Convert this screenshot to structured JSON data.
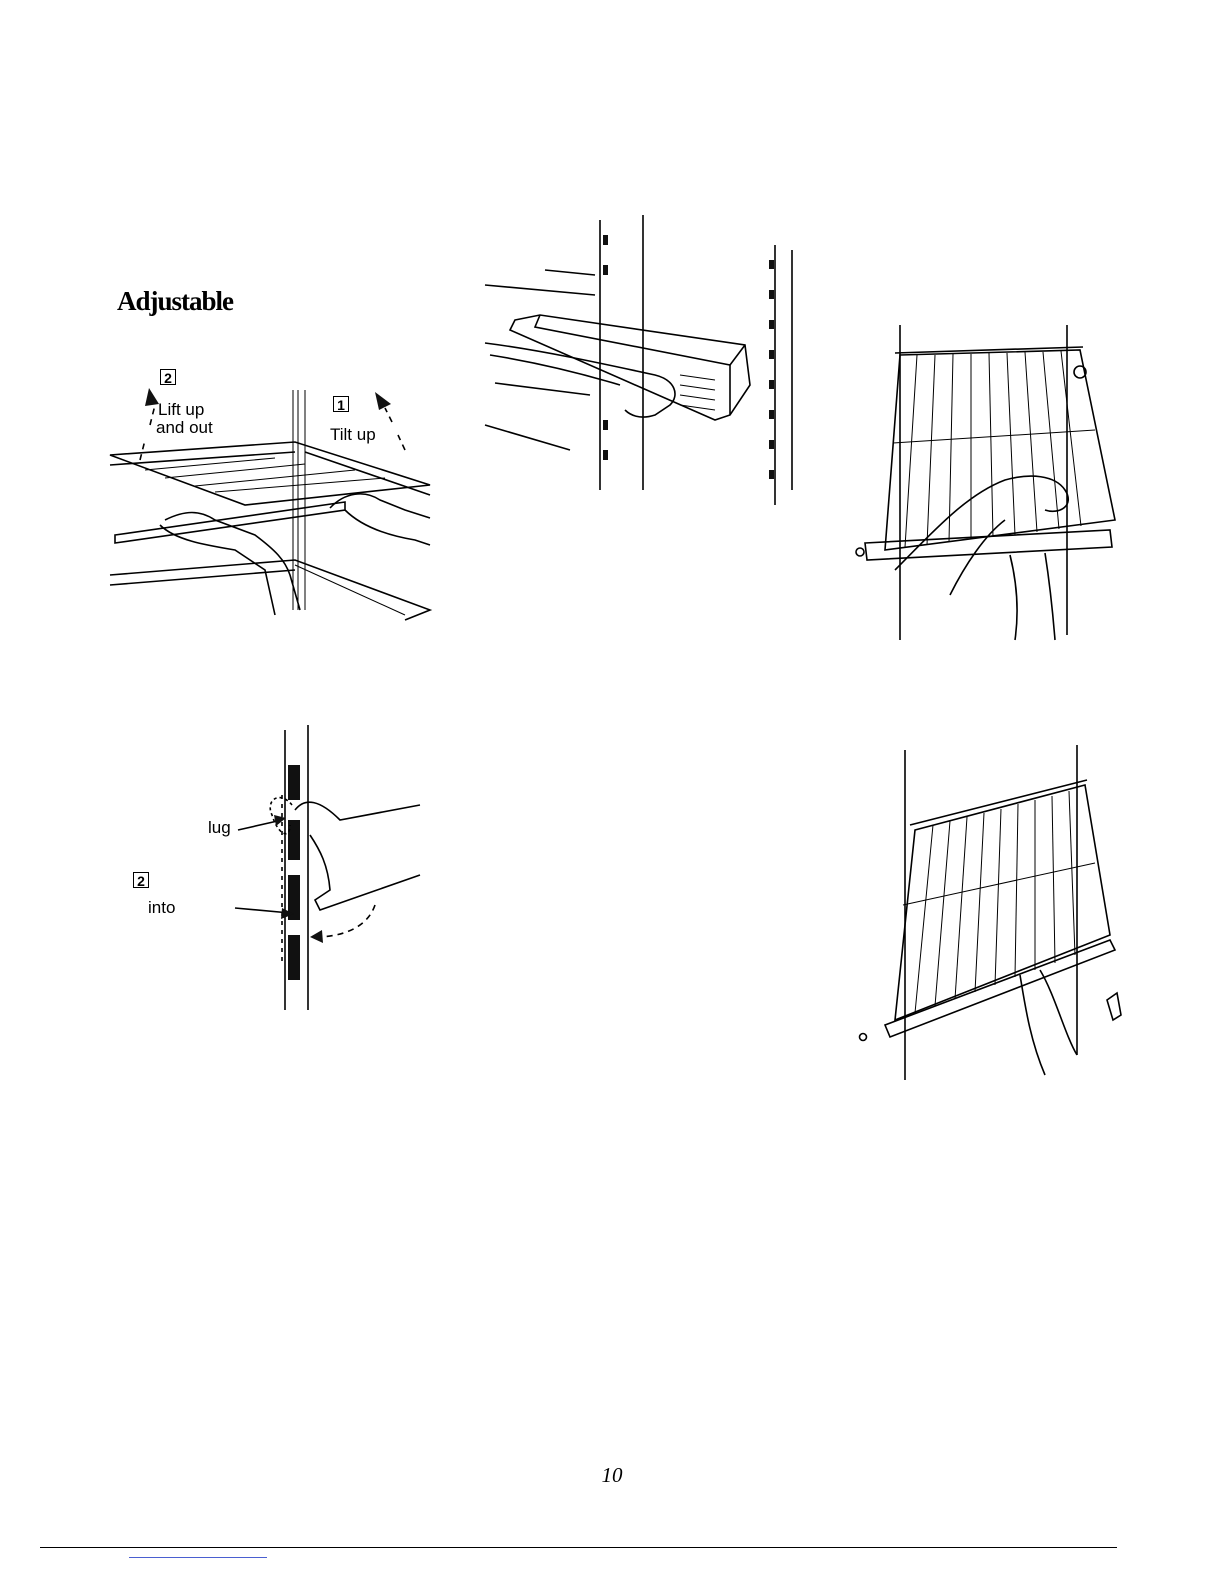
{
  "heading": "Adjustable",
  "fig_shelf": {
    "step2_num": "2",
    "step2_line1": "Lift up",
    "step2_line2": "and out",
    "step1_num": "1",
    "step1_text": "Tilt up"
  },
  "fig_lug": {
    "lug_label": "lug",
    "step2_num": "2",
    "into_label": "into"
  },
  "page_number": "10"
}
